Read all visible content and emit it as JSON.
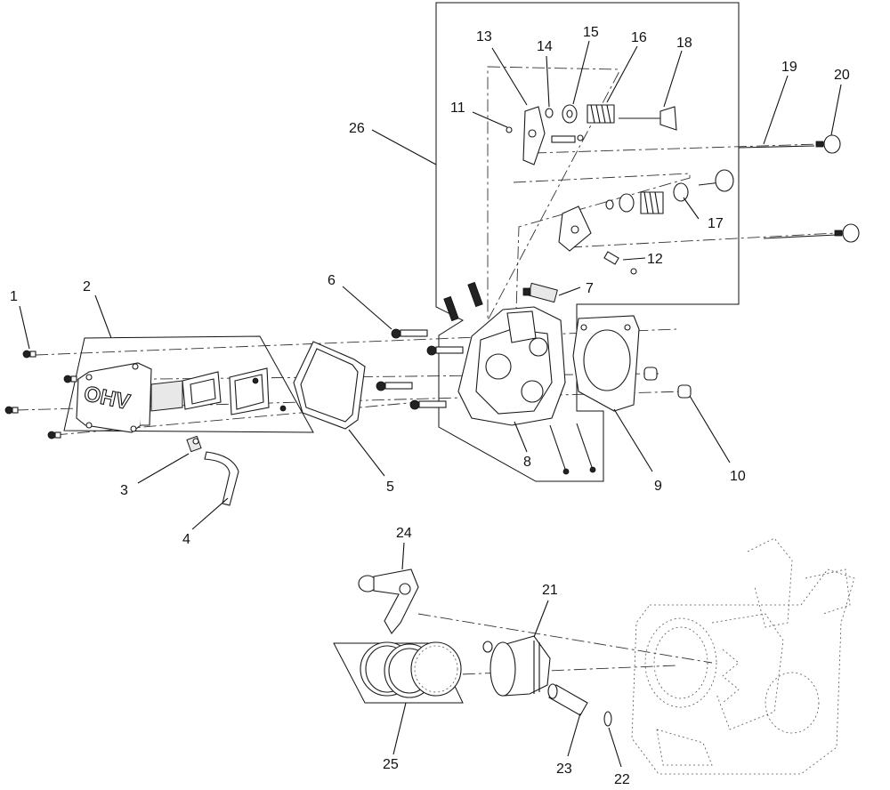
{
  "callouts": {
    "n1": "1",
    "n2": "2",
    "n3": "3",
    "n4": "4",
    "n5": "5",
    "n6": "6",
    "n7": "7",
    "n8": "8",
    "n9": "9",
    "n10": "10",
    "n11": "11",
    "n12": "12",
    "n13": "13",
    "n14": "14",
    "n15": "15",
    "n16": "16",
    "n17": "17",
    "n18": "18",
    "n19": "19",
    "n20": "20",
    "n21": "21",
    "n22": "22",
    "n23": "23",
    "n24": "24",
    "n25": "25",
    "n26": "26"
  },
  "labels": {
    "cover_logo": "OHV"
  }
}
